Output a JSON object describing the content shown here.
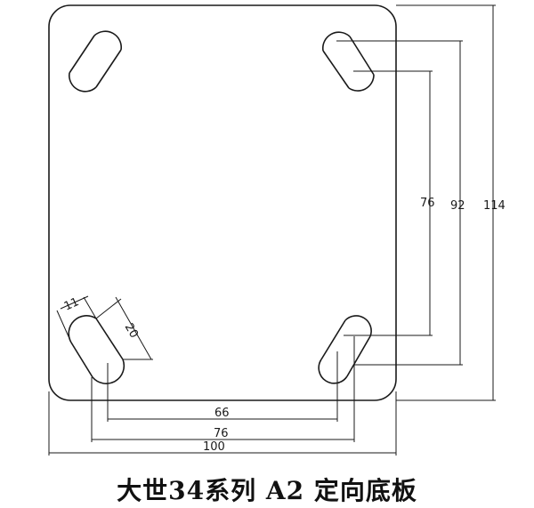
{
  "caption": "大世34系列 A2 定向底板",
  "dimensions": {
    "bottom_inner": "66",
    "bottom_middle": "76",
    "bottom_outer": "100",
    "right_inner": "76",
    "right_middle": "92",
    "right_outer": "114",
    "slot_width": "11",
    "slot_length": "20"
  }
}
